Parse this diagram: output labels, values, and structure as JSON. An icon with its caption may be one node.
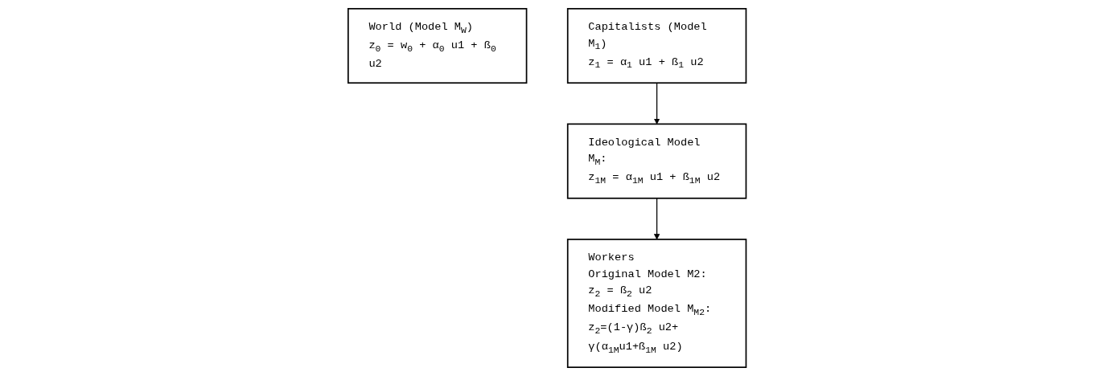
{
  "diagram": {
    "nodes": [
      {
        "text": [
          "World (Model M$_{W}$)",
          "z$_{0}$ = w$_{0}$ + α$_{0}$ u1 + ß$_{0}$ u2"
        ]
      },
      {
        "text": [
          "Capitalists (Model M$_{1}$)",
          "z$_{1}$ = α$_{1}$ u1 + ß$_{1}$ u2"
        ]
      },
      {
        "text": [
          "Ideological Model M$_{M}$:",
          "z$_{1M}$ = α$_{1M}$ u1 + ß$_{1M}$ u2"
        ]
      },
      {
        "text": [
          "Workers",
          "Original Model M2:",
          "z$_{2}$ = ß$_{2}$ u2",
          "Modified Model M$_{M2}$:",
          "z$_{2}$=(1-γ)ß$_{2}$ u2+ γ(α$_{1M}$u1+ß$_{1M}$ u2)"
        ]
      }
    ],
    "edges": [
      {
        "from": 1,
        "to": 2,
        "arrow": "to"
      },
      {
        "from": 2,
        "to": 3,
        "arrow": "to"
      }
    ]
  }
}
